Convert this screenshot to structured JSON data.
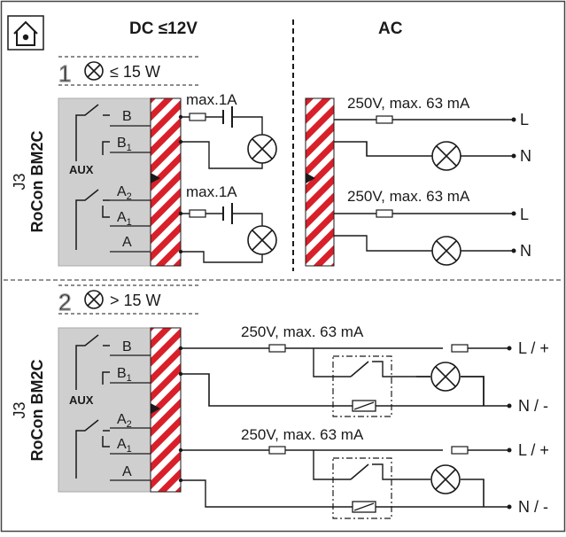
{
  "header": {
    "dc_title": "DC ≤12V",
    "ac_title": "AC"
  },
  "device": {
    "name_line1": "J3",
    "name_line2": "RoCon BM2C",
    "aux_label": "AUX"
  },
  "terminals": {
    "b": "B",
    "b1_base": "B",
    "b1_sub": "1",
    "a2_base": "A",
    "a2_sub": "2",
    "a1_base": "A",
    "a1_sub": "1",
    "a": "A"
  },
  "section1": {
    "number": "1",
    "power": "≤ 15 W",
    "dc_fuse1": "max.1A",
    "dc_fuse2": "max.1A",
    "ac_fuse1": "250V, max. 63 mA",
    "ac_fuse2": "250V, max. 63 mA",
    "ac_l1": "L",
    "ac_n1": "N",
    "ac_l2": "L",
    "ac_n2": "N"
  },
  "section2": {
    "number": "2",
    "power": "> 15 W",
    "fuse1": "250V, max. 63 mA",
    "fuse2": "250V, max. 63 mA",
    "l1": "L / +",
    "n1": "N / -",
    "l2": "L / +",
    "n2": "N / -"
  },
  "colors": {
    "stripe_red": "#d8202a",
    "device_gray": "#cfcfcf",
    "line": "#1a1a1a"
  }
}
